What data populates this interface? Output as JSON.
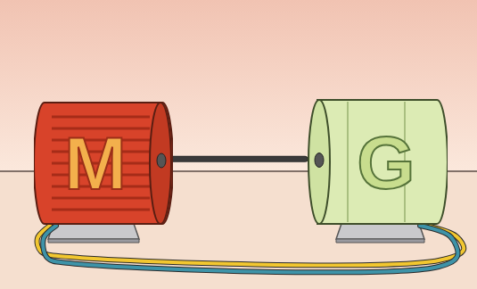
{
  "diagram": {
    "nodes": [
      {
        "text": [
          "M"
        ]
      },
      {
        "text": [
          "G"
        ]
      }
    ],
    "edges": [
      {
        "from": 0,
        "to": 1,
        "arrow": "none"
      },
      {
        "from": 0,
        "to": 1,
        "arrow": "none"
      },
      {
        "from": 0,
        "to": 1,
        "arrow": "none"
      }
    ]
  }
}
